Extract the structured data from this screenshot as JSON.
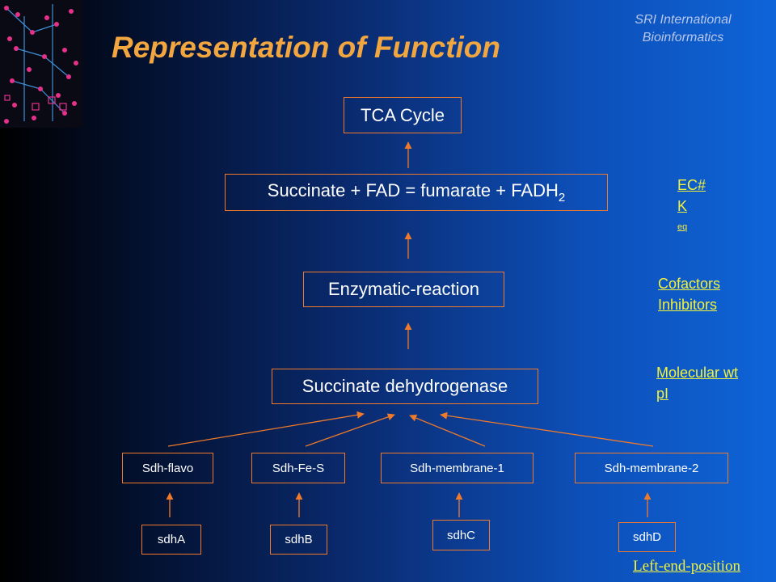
{
  "title": "Representation of Function",
  "org": {
    "line1": "SRI International",
    "line2": "Bioinformatics"
  },
  "nodes": {
    "tca": "TCA Cycle",
    "reaction": {
      "main": "Succinate + FAD = fumarate + FADH",
      "sub": "2"
    },
    "enzymatic": "Enzymatic-reaction",
    "enzyme": "Succinate dehydrogenase",
    "subunits": [
      "Sdh-flavo",
      "Sdh-Fe-S",
      "Sdh-membrane-1",
      "Sdh-membrane-2"
    ],
    "genes": [
      "sdhA",
      "sdhB",
      "sdhC",
      "sdhD"
    ]
  },
  "attributes": {
    "reaction": {
      "line1": "EC#",
      "line2_main": "K",
      "line2_sub": "eq"
    },
    "enzymatic": {
      "line1": "Cofactors",
      "line2": "Inhibitors"
    },
    "enzyme": {
      "line1": "Molecular wt",
      "line2": "pI"
    }
  },
  "footer_link": "Left-end-position",
  "colors": {
    "title": "#f2a640",
    "node_border": "#f07a2a",
    "arrow": "#f07a2a",
    "link": "#f2f23a",
    "org_text": "#b9c7ea",
    "logo_node": "#e8308a"
  }
}
